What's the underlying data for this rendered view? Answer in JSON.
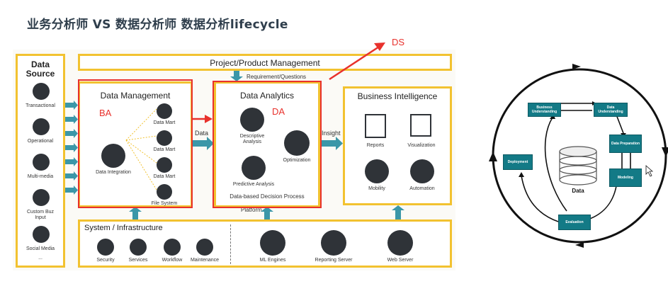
{
  "title": "业务分析师  VS  数据分析师  数据分析lifecycle",
  "ds_label": "DS",
  "ba_label": "BA",
  "da_label": "DA",
  "data_source": {
    "title_line1": "Data",
    "title_line2": "Source",
    "items": [
      "Transactional",
      "Operational",
      "Multi-media",
      "Custom Buz",
      "Input",
      "Social Media",
      "..."
    ]
  },
  "project_management": "Project/Product Management",
  "requirement": "Requirement/Questions",
  "data_management": {
    "title": "Data Management",
    "integration": "Data Integration",
    "marts": [
      "Data Mart",
      "Data Mart",
      "Data Mart"
    ],
    "file_system": "File System"
  },
  "arrow_data": "Data",
  "data_analytics": {
    "title": "Data Analytics",
    "descriptive": "Descriptive",
    "analysis": "Analysis",
    "optimization": "Optimization",
    "predictive": "Predictive Analysis",
    "decision": "Data-based Decision Process"
  },
  "arrow_insight": "Insight",
  "business_intelligence": {
    "title": "Business Intelligence",
    "items": [
      "Reports",
      "Visualization",
      "Mobility",
      "Automation"
    ]
  },
  "platform": "Platform",
  "infrastructure": {
    "title": "System / Infrastructure",
    "items": [
      "Security",
      "Services",
      "Workflow",
      "Maintenance"
    ],
    "servers": [
      "ML Engines",
      "Reporting Server",
      "Web Server"
    ]
  },
  "lifecycle": {
    "nodes": [
      "Business Understanding",
      "Data Understanding",
      "Data Preparation",
      "Modeling",
      "Evaluation",
      "Deployment"
    ],
    "center": "Data"
  }
}
